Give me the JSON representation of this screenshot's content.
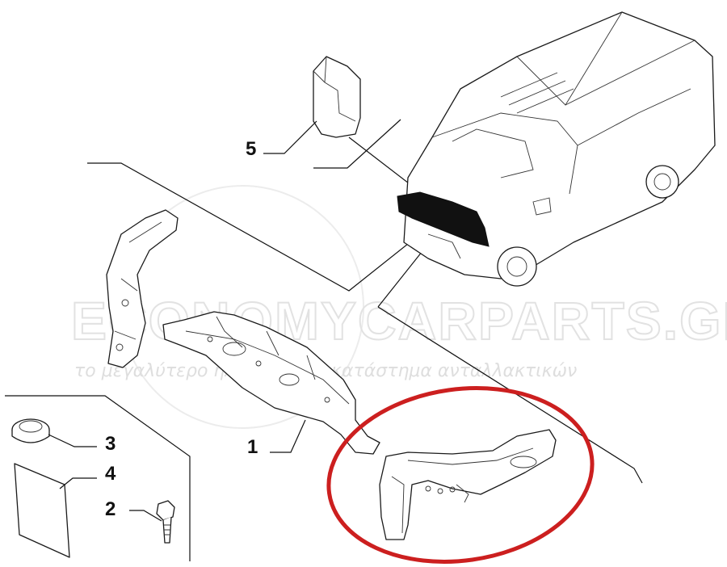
{
  "watermark": {
    "brand": "ECONOMYCARPARTS.GR",
    "tagline": "το μεγαλύτερο ηλεκτρονικό κατάστημα ανταλλακτικών"
  },
  "callouts": [
    "1",
    "2",
    "3",
    "4",
    "5"
  ],
  "colors": {
    "highlight_ring": "#cc1f1f",
    "line": "#111111",
    "watermark": "#e0e0e0",
    "highlighted_area": "#111111"
  }
}
